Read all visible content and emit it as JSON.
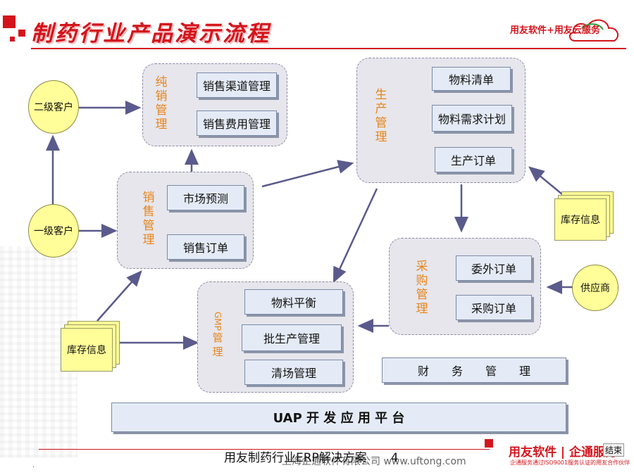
{
  "header": {
    "title": "制药行业产品演示流程",
    "logo": "用友软件+用友云服务"
  },
  "customers": {
    "second_level": "二级客户",
    "first_level": "一级客户",
    "supplier": "供应商"
  },
  "inventory": {
    "right": "库存信息",
    "left": "库存信息"
  },
  "groups": {
    "distribution": {
      "label": "纯销管理",
      "items": [
        "销售渠道管理",
        "销售费用管理"
      ]
    },
    "sales": {
      "label": "销售管理",
      "items": [
        "市场预测",
        "销售订单"
      ]
    },
    "production": {
      "label": "生产管理",
      "items": [
        "物料清单",
        "物料需求计划",
        "生产订单"
      ]
    },
    "purchasing": {
      "label": "采购管理",
      "items": [
        "委外订单",
        "采购订单"
      ]
    },
    "gmp": {
      "label_prefix": "GMP",
      "label": "管理",
      "items": [
        "物料平衡",
        "批生产管理",
        "清场管理"
      ]
    }
  },
  "finance": "财　　务　　管　　理",
  "platform": "UAP 开 发 应 用 平 台",
  "footer": {
    "main": "用友制药行业ERP解决方案　　4",
    "sub": "上海企通软件有限公司 www.uftong.com",
    "brand": "用友软件 | 企通服务",
    "cert": "企通服务通过ISO9001服务认证的用友合作伙伴",
    "end_button": "结束",
    "dot": "."
  },
  "colors": {
    "brand_red": "#d4141c",
    "label_orange": "#e8851a",
    "node_yellow": "#fffe99",
    "box_blue": "#e4ebf6",
    "arrow": "#5a5a8c"
  }
}
